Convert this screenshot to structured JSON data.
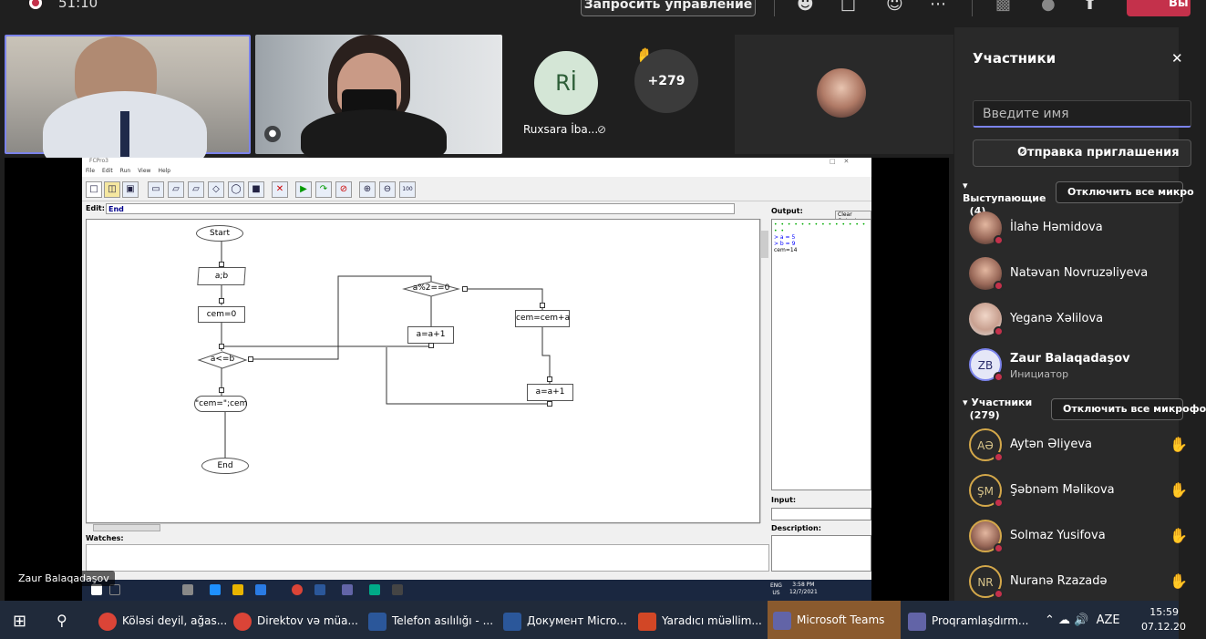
{
  "meeting": {
    "timer": "51:10",
    "request_control": "Запросить управление",
    "leave_label": "Вы"
  },
  "tiles": {
    "ri_initials": "Rİ",
    "ri_name": "Ruxsara İba...",
    "more_count": "+279",
    "presenter_label": "Zaur Balaqadaşov"
  },
  "app": {
    "title": "FCPro3",
    "menu": [
      "File",
      "Edit",
      "Run",
      "View",
      "Help"
    ],
    "edit_label": "Edit:",
    "edit_value": "End",
    "output_label": "Output:",
    "clear_output": "Clear Output",
    "output_lines": [
      "> a = 5",
      "> b = 9"
    ],
    "output_result": "cem=14",
    "input_label": "Input:",
    "description_label": "Description:",
    "watches_label": "Watches:",
    "taskbar_time": "3:58 PM",
    "taskbar_date": "12/7/2021",
    "taskbar_lang": "ENG",
    "taskbar_region": "US"
  },
  "flowchart": {
    "start": "Start",
    "input": "a;b",
    "init": "cem=0",
    "loop_cond": "a<=b",
    "output": "\"cem=\";cem",
    "end": "End",
    "mod_cond": "a%2==0",
    "inc_left": "a=a+1",
    "sum": "cem=cem+a",
    "inc_right": "a=a+1"
  },
  "panel": {
    "title": "Участники",
    "search_placeholder": "Введите имя",
    "invite": "Отправка приглашения",
    "presenters_header": "Выступающие",
    "presenters_count": "(4)",
    "mute_all": "Отключить все микро",
    "presenters": [
      {
        "name": "İlahə Həmidova"
      },
      {
        "name": "Natəvan Novruzəliyeva"
      },
      {
        "name": "Yeganə Xəlilova"
      },
      {
        "name": "Zaur Balaqadaşov",
        "initials": "ZB",
        "role": "Инициатор"
      }
    ],
    "attendees_header": "Участники",
    "attendees_count": "(279)",
    "mute_all_2": "Отключить все микрофо",
    "attendees": [
      {
        "name": "Aytən Əliyeva",
        "initials": "AƏ"
      },
      {
        "name": "Şəbnəm Məlikova",
        "initials": "ŞM"
      },
      {
        "name": "Solmaz Yusifova"
      },
      {
        "name": "Nuranə Rzazadə",
        "initials": "NR"
      }
    ]
  },
  "taskbar": {
    "items": [
      "Köləsi deyil, ağas...",
      "Direktov və müa...",
      "Telefon asılılığı - ...",
      "Документ Micro...",
      "Yaradıcı müəllim...",
      "Microsoft Teams",
      "Proqramlaşdırm..."
    ],
    "lang": "AZE",
    "time": "15:59",
    "date": "07.12.20"
  }
}
